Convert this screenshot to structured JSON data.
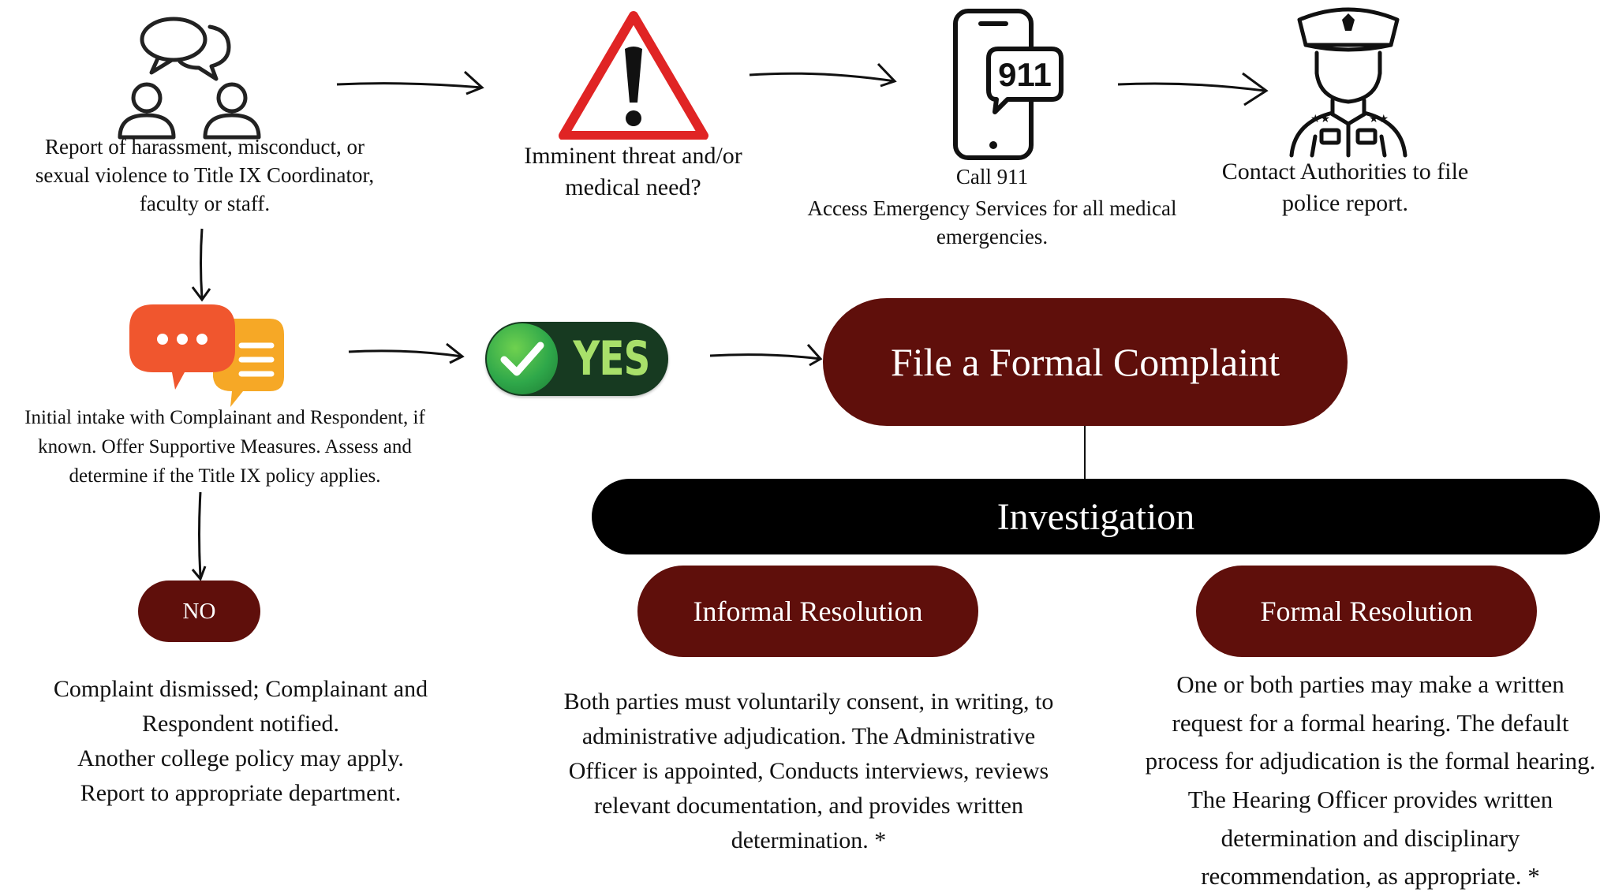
{
  "colors": {
    "maroon": "#5f0f0b",
    "black": "#000000",
    "warning_red": "#e02424",
    "yes_green": "#2fa84a",
    "yes_dark": "#173a21",
    "bubble_orange": "#f0562e",
    "bubble_yellow": "#f6a826"
  },
  "steps": {
    "report": {
      "icon": "discussion-people-icon",
      "text": "Report of harassment, misconduct, or sexual violence to Title IX Coordinator, faculty or staff."
    },
    "threat": {
      "icon": "warning-triangle-icon",
      "text": "Imminent threat and/or medical need?"
    },
    "call911": {
      "icon": "phone-911-icon",
      "badge": "911",
      "title": "Call 911",
      "text": "Access Emergency Services for all medical emergencies."
    },
    "authorities": {
      "icon": "police-officer-icon",
      "text": "Contact Authorities to file police report."
    },
    "intake": {
      "icon": "chat-bubbles-icon",
      "text": "Initial intake with Complainant and Respondent, if known. Offer Supportive Measures. Assess and determine if the Title IX policy applies."
    },
    "yes": {
      "label": "YES"
    },
    "no": {
      "label": "NO"
    },
    "formal_complaint": {
      "label": "File a Formal Complaint"
    },
    "investigation": {
      "label": "Investigation"
    },
    "dismissed": {
      "lines": [
        "Complaint dismissed; Complainant and",
        "Respondent notified.",
        "Another college policy may apply.",
        "Report to appropriate department."
      ]
    },
    "informal": {
      "label": "Informal Resolution",
      "text": "Both parties must voluntarily consent, in writing, to administrative adjudication. The Administrative Officer is appointed, Conducts interviews, reviews relevant documentation, and provides written determination. *"
    },
    "formal": {
      "label": "Formal Resolution",
      "text": "One or both parties may make a written request for a formal hearing. The default process for adjudication is the formal hearing. The Hearing Officer provides written determination and disciplinary recommendation, as appropriate. *"
    }
  }
}
